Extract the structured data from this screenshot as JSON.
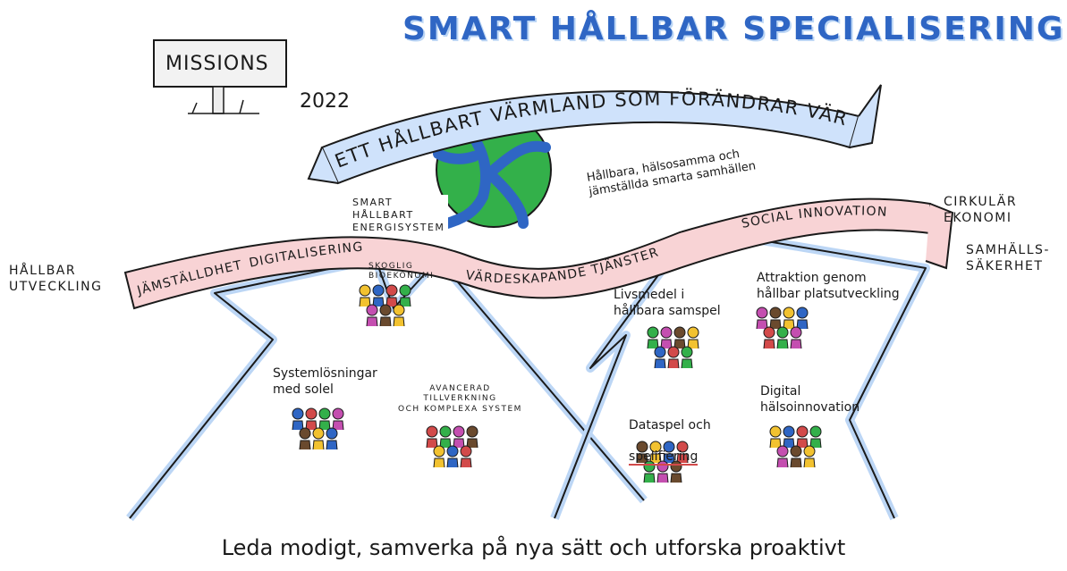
{
  "title": "SMART HÅLLBAR SPECIALISERING",
  "sign": "MISSIONS",
  "year": "2022",
  "vision_banner": "ETT HÅLLBART VÄRMLAND SOM FÖRÄNDRAR VÄRLDEN",
  "ribbon_labels": {
    "jamstalldhet": "JÄMSTÄLLDHET",
    "digitalisering": "DIGITALISERING",
    "vardeskapande": "VÄRDESKAPANDE TJÄNSTER",
    "social_innovation": "SOCIAL INNOVATION"
  },
  "side_labels": {
    "hallbar_utveckling": "HÅLLBAR\nUTVECKLING",
    "cirkular_ekonomi": "CIRKULÄR\nEKONOMI",
    "samhallssakerhet": "SAMHÄLLS-\nSÄKERHET",
    "samhallen": "Hållbara, hälsosamma och\njämställda smarta samhällen"
  },
  "areas": {
    "energisystem": "SMART\nHÅLLBART\nENERGISYSTEM",
    "bioekonomi": "SKOGLIG\nBIOEKONOMI",
    "systemlosningar": "Systemlösningar\nmed solel",
    "tillverkning": "AVANCERAD\nTILLVERKNING\nOCH KOMPLEXA SYSTEM",
    "livsmedel": "Livsmedel i\nhållbara samspel",
    "attraktion": "Attraktion genom\nhållbar platsutveckling",
    "dataspel_1": "Dataspel och",
    "dataspel_2": "spelifiering",
    "digital_halsa": "Digital\nhälsoinnovation"
  },
  "footer": "Leda modigt, samverka på nya sätt och utforska proaktivt",
  "colors": {
    "title_blue": "#2f66c4",
    "ribbon_blue": "#cfe2fb",
    "ribbon_pink": "#f8d3d5",
    "globe_green": "#33b04a",
    "globe_blue": "#2f66c4",
    "mountain_blue": "#bcd6f5"
  }
}
